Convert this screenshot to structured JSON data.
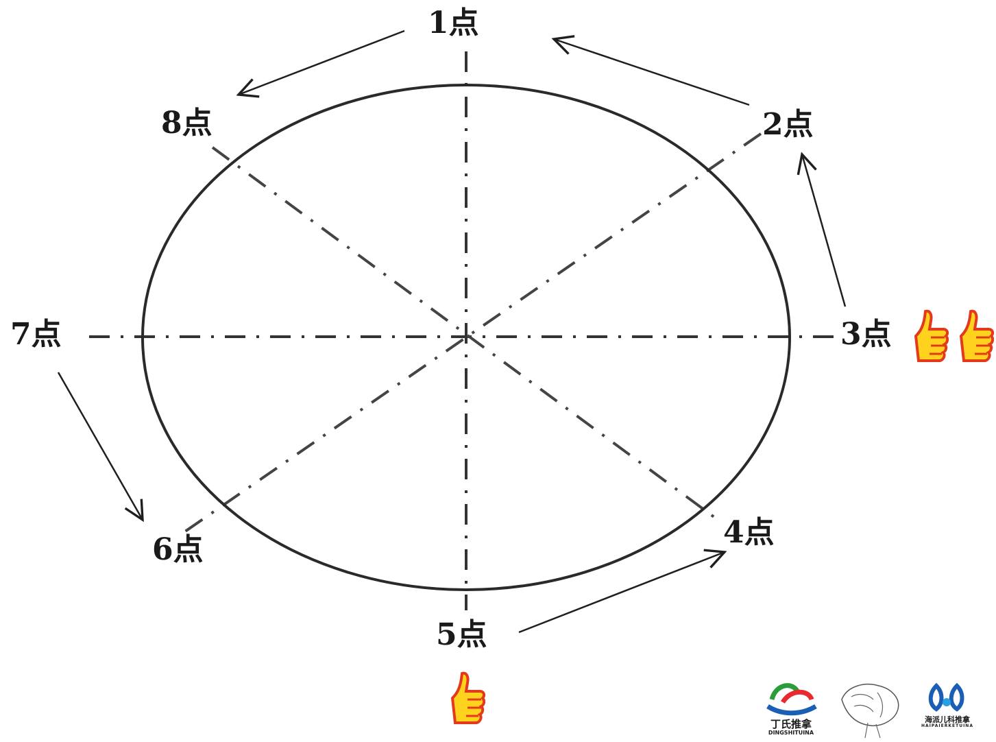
{
  "points": [
    {
      "id": "p1",
      "label": "1点"
    },
    {
      "id": "p2",
      "label": "2点"
    },
    {
      "id": "p3",
      "label": "3点"
    },
    {
      "id": "p4",
      "label": "4点"
    },
    {
      "id": "p5",
      "label": "5点"
    },
    {
      "id": "p6",
      "label": "6点"
    },
    {
      "id": "p7",
      "label": "7点"
    },
    {
      "id": "p8",
      "label": "8点"
    }
  ],
  "icons": {
    "thumbs_up": "thumbs-up-icon",
    "thumb_color": "#ffd21e",
    "thumb_outline": "#e23a1a"
  },
  "logos": {
    "ding": {
      "title": "丁氏推拿",
      "subtitle": "DINGSHITUINA"
    },
    "haipai": {
      "title": "海派儿科推拿",
      "subtitle": "HAIPAIERKETUINA"
    }
  },
  "colors": {
    "line": "#1f1f1f",
    "dash": "#333333"
  }
}
